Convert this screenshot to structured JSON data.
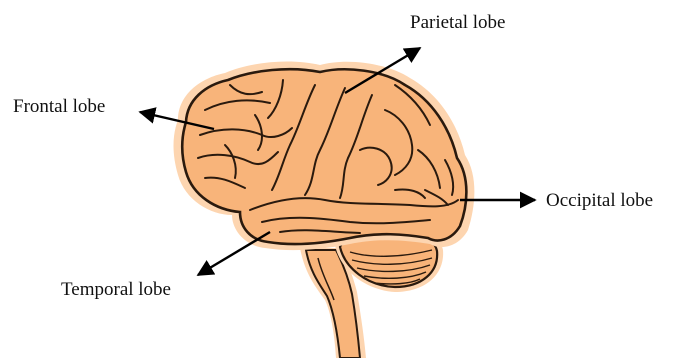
{
  "labels": {
    "parietal": "Parietal lobe",
    "frontal": "Frontal lobe",
    "occipital": "Occipital lobe",
    "temporal": "Temporal lobe"
  },
  "colors": {
    "brain_fill": "#f8b47a",
    "brain_halo": "#fdd5b0",
    "outline": "#2a1a0e",
    "arrow": "#000000",
    "background": "#ffffff"
  }
}
